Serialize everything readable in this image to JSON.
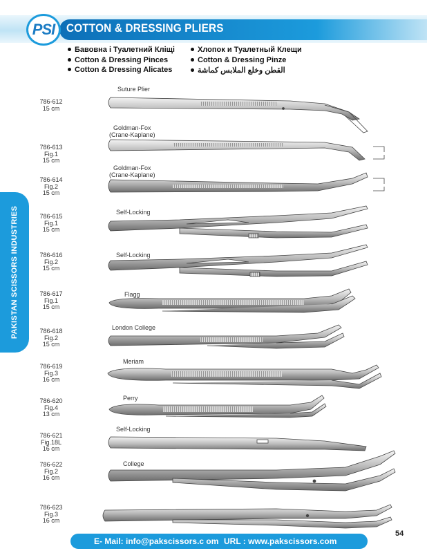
{
  "header": {
    "logo_text": "PSI",
    "title": "COTTON & DRESSING PLIERS",
    "names_left": [
      "Бавовна і Туалетний Кліщі",
      "Cotton & Dressing Pinces",
      "Cotton & Dressing Alicates"
    ],
    "names_right": [
      "Хлопок и Туалетный Клещи",
      "Cotton & Dressing Pinze",
      "القطن وخلع الملابس كماشة"
    ]
  },
  "sidebar": {
    "company": "PAKISTAN SCISSORS INDUSTRIES"
  },
  "products": [
    {
      "code": "786-612",
      "lines": [
        "15 cm"
      ],
      "label": [
        "Suture Plier"
      ]
    },
    {
      "code": "786-613",
      "lines": [
        "Fig.1",
        "15 cm"
      ],
      "label": [
        "Goldman-Fox",
        "(Crane-Kaplane)"
      ]
    },
    {
      "code": "786-614",
      "lines": [
        "Fig.2",
        "15 cm"
      ],
      "label": [
        "Goldman-Fox",
        "(Crane-Kaplane)"
      ]
    },
    {
      "code": "786-615",
      "lines": [
        "Fig.1",
        "15 cm"
      ],
      "label": [
        "Self-Locking"
      ]
    },
    {
      "code": "786-616",
      "lines": [
        "Fig.2",
        "15 cm"
      ],
      "label": [
        "Self-Locking"
      ]
    },
    {
      "code": "786-617",
      "lines": [
        "Fig.1",
        "15 cm"
      ],
      "label": [
        "Flagg"
      ]
    },
    {
      "code": "786-618",
      "lines": [
        "Fig.2",
        "15 cm"
      ],
      "label": [
        "London College"
      ]
    },
    {
      "code": "786-619",
      "lines": [
        "Fig.3",
        "16 cm"
      ],
      "label": [
        "Meriam"
      ]
    },
    {
      "code": "786-620",
      "lines": [
        "Fig.4",
        "13 cm"
      ],
      "label": [
        "Perry"
      ]
    },
    {
      "code": "786-621",
      "lines": [
        "Fig.18L",
        "16 cm"
      ],
      "label": [
        "Self-Locking"
      ]
    },
    {
      "code": "786-622",
      "lines": [
        "Fig.2",
        "16 cm"
      ],
      "label": [
        "College"
      ]
    },
    {
      "code": "786-623",
      "lines": [
        "Fig.3",
        "16 cm"
      ],
      "label": []
    }
  ],
  "footer": {
    "email": "E- Mail: info@pakscissors.c om",
    "url": "URL  :  www.pakscissors.com",
    "page": "54"
  }
}
